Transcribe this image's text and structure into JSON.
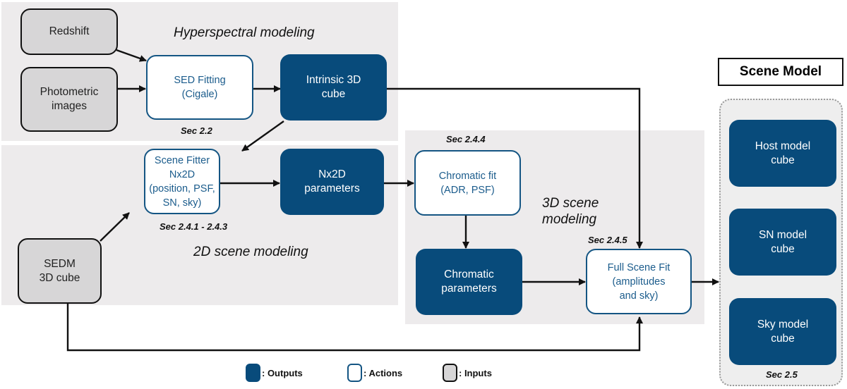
{
  "panels": {
    "hyperspectral": {
      "title": "Hyperspectral modeling"
    },
    "scene2d": {
      "title": "2D scene modeling"
    },
    "scene3d": {
      "title": "3D scene\nmodeling"
    }
  },
  "nodes": {
    "redshift": "Redshift",
    "photometric_images": "Photometric\nimages",
    "sed_fitting": "SED Fitting\n(Cigale)",
    "intrinsic_cube": "Intrinsic 3D\ncube",
    "scene_fitter": "Scene Fitter Nx2D\n(position, PSF,\nSN, sky)",
    "nx2d_parameters": "Nx2D\nparameters",
    "sedm_cube": "SEDM\n3D cube",
    "chromatic_fit": "Chromatic fit\n(ADR, PSF)",
    "chromatic_parameters": "Chromatic\nparameters",
    "full_scene_fit": "Full Scene Fit\n(amplitudes\nand sky)",
    "host_model": "Host model\ncube",
    "sn_model": "SN model\ncube",
    "sky_model": "Sky model\ncube"
  },
  "sections": {
    "sed": "Sec 2.2",
    "scene_fitter": "Sec 2.4.1 - 2.4.3",
    "chromatic": "Sec 2.4.4",
    "full_fit": "Sec 2.4.5",
    "scene_model": "Sec 2.5"
  },
  "scene_model": {
    "title": "Scene Model"
  },
  "legend": {
    "outputs": ": Outputs",
    "actions": ": Actions",
    "inputs": ": Inputs"
  },
  "colors": {
    "output_fill": "#084b7b",
    "action_border": "#145583",
    "input_fill": "#d7d6d7",
    "panel_bg": "#edebec"
  }
}
